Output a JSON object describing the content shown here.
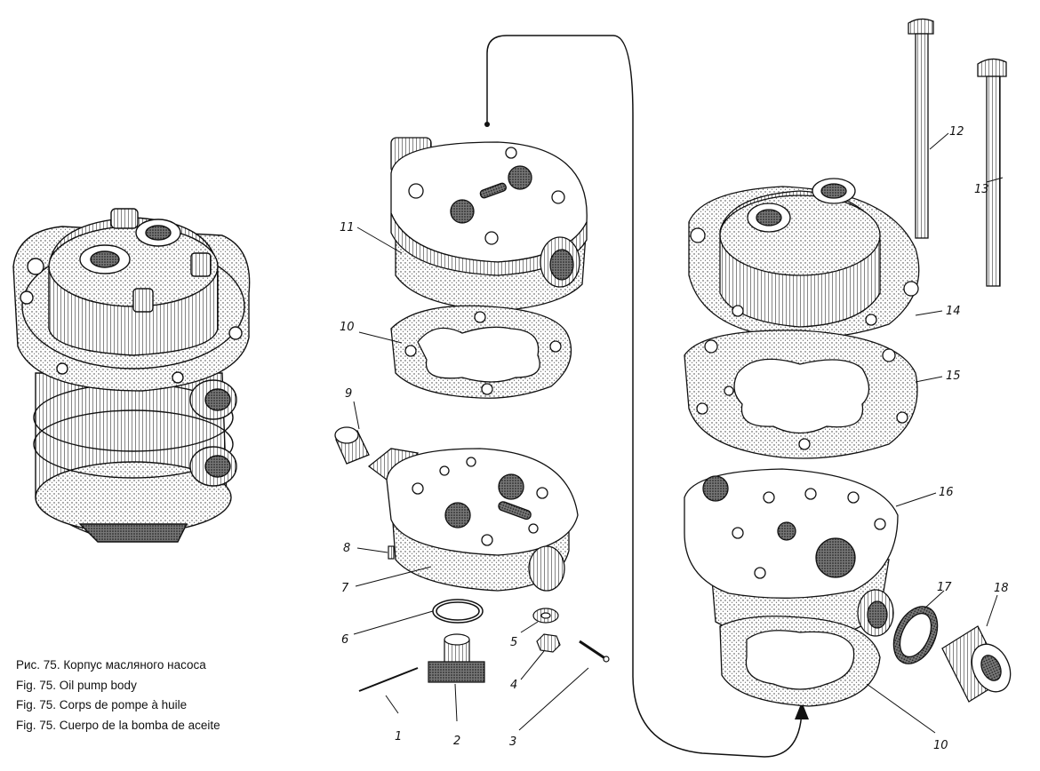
{
  "captions": [
    "Рис. 75. Корпус масляного насоса",
    "Fig. 75. Oil pump body",
    "Fig. 75. Corps de pompe à huile",
    "Fig. 75. Cuerpo de la bomba de aceite"
  ],
  "part_numbers": {
    "p1": "1",
    "p2": "2",
    "p3": "3",
    "p4": "4",
    "p5": "5",
    "p6": "6",
    "p7": "7",
    "p8": "8",
    "p9": "9",
    "p10_top": "10",
    "p10_bottom": "10",
    "p11": "11",
    "p12": "12",
    "p13": "13",
    "p14": "14",
    "p15": "15",
    "p16": "16",
    "p17": "17",
    "p18": "18"
  },
  "colors": {
    "ink": "#111111",
    "paper": "#ffffff",
    "shade": "#9a9a9a"
  }
}
